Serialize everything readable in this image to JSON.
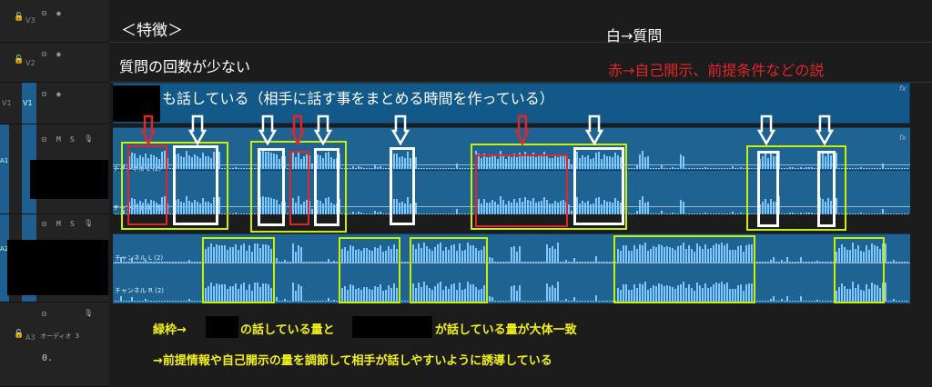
{
  "tracks": {
    "v3": {
      "label": "V3"
    },
    "v2": {
      "label": "V2"
    },
    "v1": {
      "label": "V1",
      "label_left": "V1"
    },
    "a1": {
      "label": "A1",
      "btn_m": "M",
      "btn_s": "S"
    },
    "a2": {
      "label": "A2",
      "btn_m": "M",
      "btn_s": "S"
    },
    "a3": {
      "label": "A3",
      "name": "オーディオ 3",
      "volume": "0."
    }
  },
  "channels": {
    "left": "チャンネル L (2)",
    "right": "チャンネル R (2)"
  },
  "annotations": {
    "features_title": "＜特徴＞",
    "few_questions": "質問の回数が少ない",
    "white_legend": "白→質問",
    "red_legend": "赤→自己開示、前提条件などの説",
    "speaking_note": "も話している（相手に話す事をまとめる時間を作っている）",
    "green_note_a": "緑枠→",
    "green_note_b": "の話している量と",
    "green_note_c": "が話している量が大体一致",
    "conclusion": "→前提情報や自己開示の量を調節して相手が話しやすいように誘導している"
  },
  "colors": {
    "white_box": "#ffffff",
    "red_box": "#e0252b",
    "green_box": "#c8f000",
    "waveform": "#7fc8ff",
    "track_bg": "#1e6391"
  },
  "regions": {
    "a1_white": [
      [
        190,
        160,
        50,
        88
      ],
      [
        283,
        163,
        30,
        86
      ],
      [
        345,
        163,
        28,
        86
      ],
      [
        428,
        162,
        28,
        86
      ],
      [
        630,
        162,
        56,
        86
      ],
      [
        832,
        166,
        24,
        84
      ],
      [
        898,
        166,
        20,
        84
      ]
    ],
    "a1_red": [
      [
        140,
        160,
        44,
        88
      ],
      [
        318,
        166,
        22,
        82
      ],
      [
        522,
        170,
        102,
        80
      ]
    ],
    "a1_green": [
      [
        133,
        156,
        118,
        97
      ],
      [
        275,
        155,
        106,
        101
      ],
      [
        517,
        158,
        172,
        95
      ],
      [
        820,
        160,
        110,
        94
      ]
    ],
    "a2_green": [
      [
        222,
        261,
        80,
        73
      ],
      [
        372,
        261,
        68,
        73
      ],
      [
        450,
        261,
        86,
        73
      ],
      [
        674,
        259,
        156,
        75
      ],
      [
        916,
        261,
        56,
        73
      ]
    ]
  },
  "arrows": {
    "white_x": [
      217,
      294,
      355,
      440,
      653,
      842,
      906
    ],
    "red_x": [
      163,
      327,
      574
    ]
  },
  "icons": [
    "lock-icon",
    "eye-icon",
    "camera-icon",
    "mic-icon",
    "sync-lock-icon",
    "fx-icon"
  ]
}
